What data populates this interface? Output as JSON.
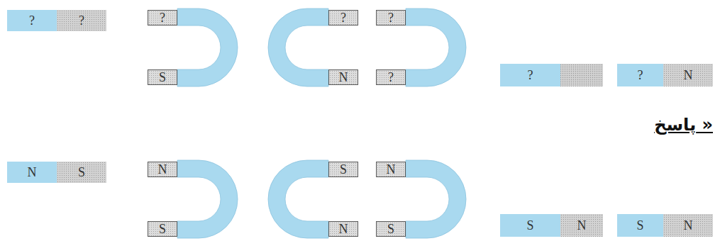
{
  "diagram": {
    "nodes": [
      {
        "text": [
          "?"
        ]
      },
      {
        "text": [
          "?"
        ]
      },
      {
        "text": [
          "?"
        ]
      },
      {
        "text": [
          "S"
        ]
      },
      {
        "text": [
          "?"
        ]
      },
      {
        "text": [
          "N"
        ]
      },
      {
        "text": [
          "?"
        ]
      },
      {
        "text": [
          "?"
        ]
      },
      {
        "text": [
          "?"
        ]
      },
      {
        "text": [
          "?"
        ]
      },
      {
        "text": [
          "N"
        ]
      },
      {
        "text": [
          "N"
        ]
      },
      {
        "text": [
          "S"
        ]
      },
      {
        "text": [
          "N"
        ]
      },
      {
        "text": [
          "S"
        ]
      },
      {
        "text": [
          "S"
        ]
      },
      {
        "text": [
          "N"
        ]
      },
      {
        "text": [
          "N"
        ]
      },
      {
        "text": [
          "S"
        ]
      },
      {
        "text": [
          "S"
        ]
      },
      {
        "text": [
          "N"
        ]
      },
      {
        "text": [
          "S"
        ]
      },
      {
        "text": [
          "N"
        ]
      }
    ],
    "labels": [
      "پاسخ »"
    ]
  }
}
